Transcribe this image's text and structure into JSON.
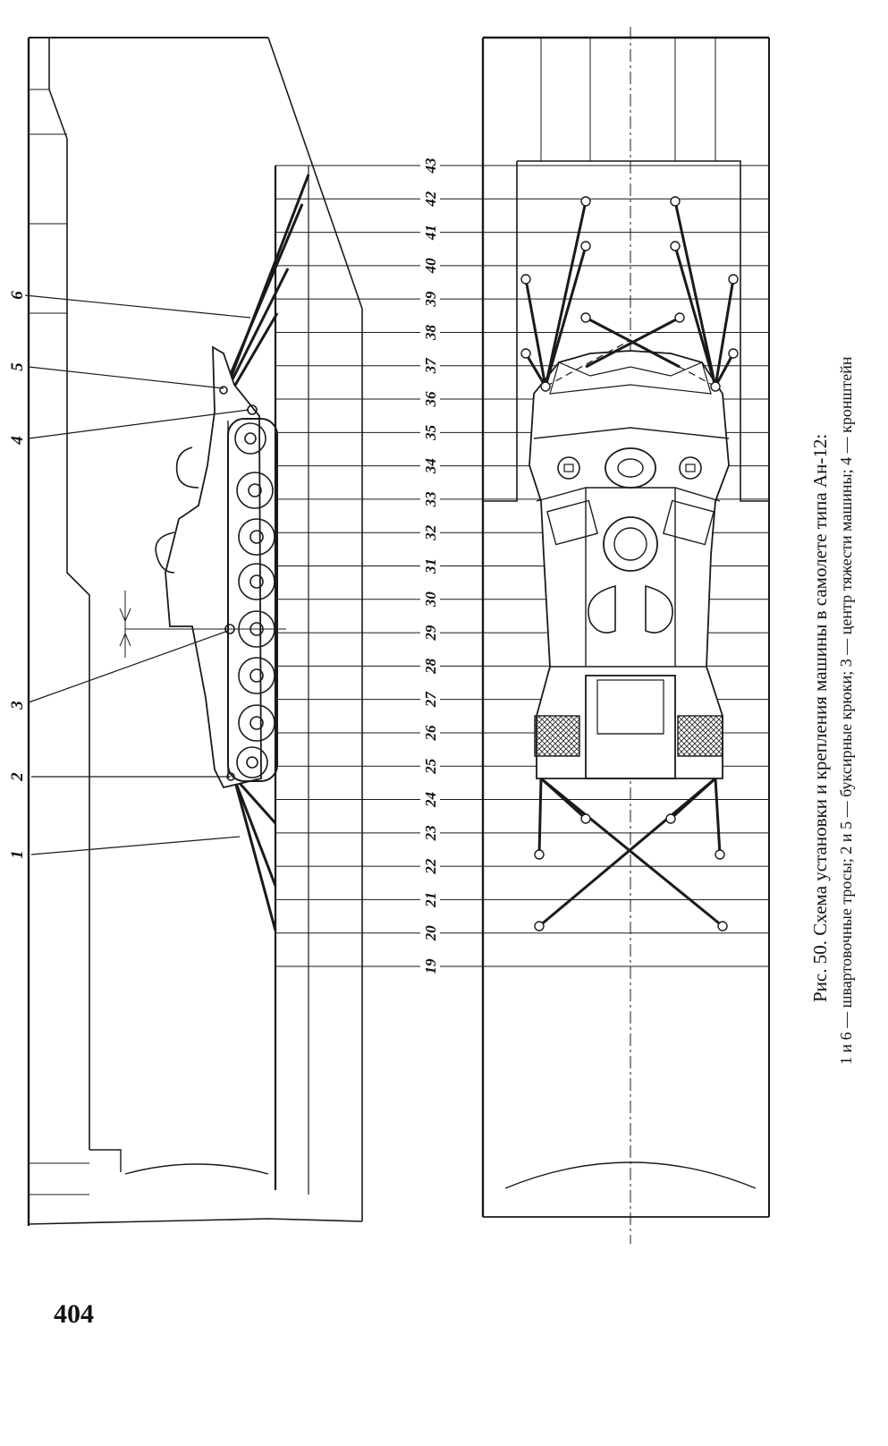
{
  "figure": {
    "frame_numbers": [
      "19",
      "20",
      "21",
      "22",
      "23",
      "24",
      "25",
      "26",
      "27",
      "28",
      "29",
      "30",
      "31",
      "32",
      "33",
      "34",
      "35",
      "36",
      "37",
      "38",
      "39",
      "40",
      "41",
      "42",
      "43"
    ],
    "callouts": [
      "1",
      "2",
      "3",
      "4",
      "5",
      "6"
    ],
    "caption_title": "Рис. 50. Схема установки и крепления машины в самолете типа Ан-12:",
    "caption_legend": "1 и 6 — швартовочные тросы; 2 и 5 — буксирные крюки; 3 — центр тяжести машины; 4 — кронштейн"
  },
  "page": {
    "number": "404"
  }
}
